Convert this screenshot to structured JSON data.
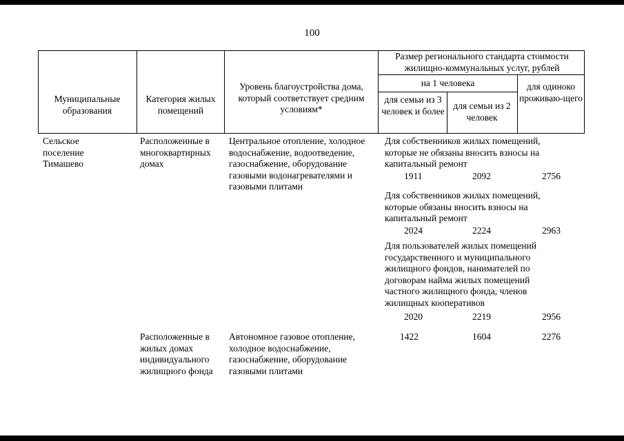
{
  "page_number": "100",
  "table": {
    "headers": {
      "municipality": "Муниципальные образования",
      "category": "Категория жилых помещений",
      "amenity_level": "Уровень благоустройства дома, который соответствует средним условиям*",
      "standard_size": "Размер регионального стандарта стоимости жилищно-коммунальных услуг, рублей",
      "per_person": "на 1 человека",
      "family_3_plus": "для семьи из 3 человек и более",
      "family_2": "для семьи из 2 человек",
      "single": "для одиноко проживаю-щего"
    },
    "municipality": "Сельское поселение Тимашево",
    "rows": [
      {
        "category": "Расположенные в многоквартирных домах",
        "amenity": "Центральное отопление, холодное водоснабжение, водоотведение, газоснабжение, оборудование газовыми водонагревателями и газовыми плитами",
        "groups": [
          {
            "label": "Для собственников жилых помещений, которые не обязаны вносить взносы на капитальный ремонт",
            "values": [
              "1911",
              "2092",
              "2756"
            ]
          },
          {
            "label": "Для собственников  жилых помещений, которые обязаны вносить взносы на капитальный ремонт",
            "values": [
              "2024",
              "2224",
              "2963"
            ]
          },
          {
            "label": "Для пользователей жилых помещений государственного и муниципального жилищного фондов, нанимателей по договорам найма жилых помещений частного жилищного фонда, членов жилищных кооперативов",
            "values": [
              "2020",
              "2219",
              "2956"
            ]
          }
        ]
      },
      {
        "category": "Расположенные в жилых домах индивидуального жилищного фонда",
        "amenity": "Автономное газовое отопление, холодное водоснабжение, газоснабжение, оборудование газовыми плитами",
        "values": [
          "1422",
          "1604",
          "2276"
        ]
      }
    ]
  }
}
